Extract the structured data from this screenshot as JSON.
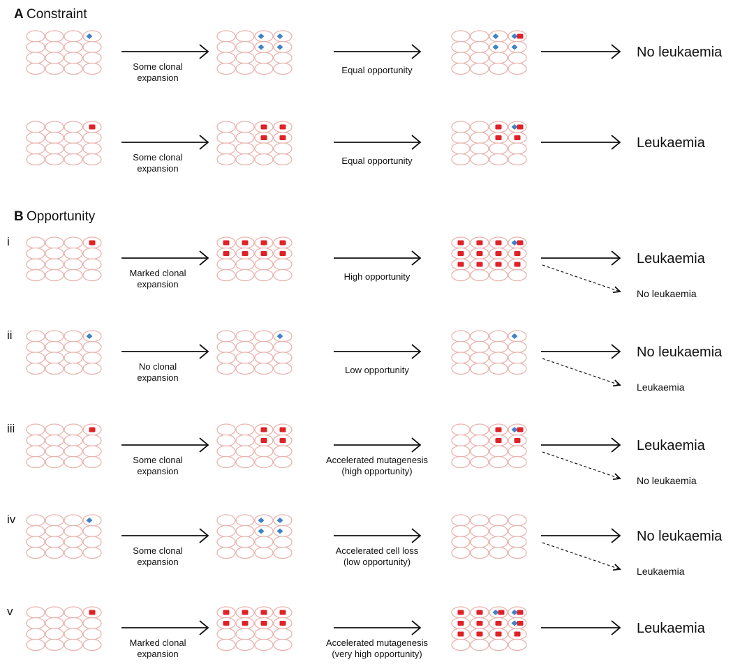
{
  "colors": {
    "cell_outline": "#e8b4ae",
    "red_mutant": "#e02126",
    "blue_mutant": "#3f82c7"
  },
  "sections": [
    {
      "letter": "A",
      "title": "Constraint",
      "rows": [
        {
          "numeral": "",
          "stages": [
            {
              "blue": [
                [
                  3,
                  0
                ]
              ],
              "red": []
            },
            {
              "blue": [
                [
                  2,
                  0
                ],
                [
                  3,
                  0
                ],
                [
                  2,
                  1
                ],
                [
                  3,
                  1
                ]
              ],
              "red": []
            },
            {
              "blue": [
                [
                  2,
                  0
                ],
                [
                  3,
                  0
                ],
                [
                  2,
                  1
                ],
                [
                  3,
                  1
                ]
              ],
              "red": [
                [
                  3,
                  0
                ]
              ]
            }
          ],
          "label1": [
            "Some clonal",
            "expansion"
          ],
          "label2": [
            "Equal opportunity"
          ],
          "outcome_main": "No leukaemia",
          "outcome_alt": ""
        },
        {
          "numeral": "",
          "stages": [
            {
              "blue": [],
              "red": [
                [
                  3,
                  0
                ]
              ]
            },
            {
              "blue": [],
              "red": [
                [
                  2,
                  0
                ],
                [
                  3,
                  0
                ],
                [
                  2,
                  1
                ],
                [
                  3,
                  1
                ]
              ]
            },
            {
              "blue": [
                [
                  3,
                  0
                ]
              ],
              "red": [
                [
                  2,
                  0
                ],
                [
                  3,
                  0
                ],
                [
                  2,
                  1
                ],
                [
                  3,
                  1
                ]
              ]
            }
          ],
          "label1": [
            "Some clonal",
            "expansion"
          ],
          "label2": [
            "Equal opportunity"
          ],
          "outcome_main": "Leukaemia",
          "outcome_alt": ""
        }
      ]
    },
    {
      "letter": "B",
      "title": "Opportunity",
      "rows": [
        {
          "numeral": "i",
          "stages": [
            {
              "blue": [],
              "red": [
                [
                  3,
                  0
                ]
              ]
            },
            {
              "blue": [],
              "red": [
                [
                  0,
                  0
                ],
                [
                  1,
                  0
                ],
                [
                  2,
                  0
                ],
                [
                  3,
                  0
                ],
                [
                  0,
                  1
                ],
                [
                  1,
                  1
                ],
                [
                  2,
                  1
                ],
                [
                  3,
                  1
                ]
              ]
            },
            {
              "blue": [
                [
                  3,
                  0
                ]
              ],
              "red": [
                [
                  0,
                  0
                ],
                [
                  1,
                  0
                ],
                [
                  2,
                  0
                ],
                [
                  3,
                  0
                ],
                [
                  0,
                  1
                ],
                [
                  1,
                  1
                ],
                [
                  2,
                  1
                ],
                [
                  3,
                  1
                ],
                [
                  0,
                  2
                ],
                [
                  1,
                  2
                ],
                [
                  2,
                  2
                ],
                [
                  3,
                  2
                ]
              ]
            }
          ],
          "label1": [
            "Marked clonal",
            "expansion"
          ],
          "label2": [
            "High opportunity"
          ],
          "outcome_main": "Leukaemia",
          "outcome_alt": "No leukaemia"
        },
        {
          "numeral": "ii",
          "stages": [
            {
              "blue": [
                [
                  3,
                  0
                ]
              ],
              "red": []
            },
            {
              "blue": [
                [
                  3,
                  0
                ]
              ],
              "red": []
            },
            {
              "blue": [
                [
                  3,
                  0
                ]
              ],
              "red": []
            }
          ],
          "label1": [
            "No clonal",
            "expansion"
          ],
          "label2": [
            "Low opportunity"
          ],
          "outcome_main": "No leukaemia",
          "outcome_alt": "Leukaemia"
        },
        {
          "numeral": "iii",
          "stages": [
            {
              "blue": [],
              "red": [
                [
                  3,
                  0
                ]
              ]
            },
            {
              "blue": [],
              "red": [
                [
                  2,
                  0
                ],
                [
                  3,
                  0
                ],
                [
                  2,
                  1
                ],
                [
                  3,
                  1
                ]
              ]
            },
            {
              "blue": [
                [
                  3,
                  0
                ]
              ],
              "red": [
                [
                  2,
                  0
                ],
                [
                  3,
                  0
                ],
                [
                  2,
                  1
                ],
                [
                  3,
                  1
                ]
              ]
            }
          ],
          "label1": [
            "Some clonal",
            "expansion"
          ],
          "label2": [
            "Accelerated mutagenesis",
            "(high opportunity)"
          ],
          "outcome_main": "Leukaemia",
          "outcome_alt": "No leukaemia"
        },
        {
          "numeral": "iv",
          "stages": [
            {
              "blue": [
                [
                  3,
                  0
                ]
              ],
              "red": []
            },
            {
              "blue": [
                [
                  2,
                  0
                ],
                [
                  3,
                  0
                ],
                [
                  2,
                  1
                ],
                [
                  3,
                  1
                ]
              ],
              "red": []
            },
            {
              "blue": [],
              "red": []
            }
          ],
          "label1": [
            "Some clonal",
            "expansion"
          ],
          "label2": [
            "Accelerated cell loss",
            "(low opportunity)"
          ],
          "outcome_main": "No leukaemia",
          "outcome_alt": "Leukaemia"
        },
        {
          "numeral": "v",
          "stages": [
            {
              "blue": [],
              "red": [
                [
                  3,
                  0
                ]
              ]
            },
            {
              "blue": [],
              "red": [
                [
                  0,
                  0
                ],
                [
                  1,
                  0
                ],
                [
                  2,
                  0
                ],
                [
                  3,
                  0
                ],
                [
                  0,
                  1
                ],
                [
                  1,
                  1
                ],
                [
                  2,
                  1
                ],
                [
                  3,
                  1
                ]
              ]
            },
            {
              "blue": [
                [
                  2,
                  0
                ],
                [
                  3,
                  0
                ],
                [
                  3,
                  1
                ]
              ],
              "red": [
                [
                  0,
                  0
                ],
                [
                  1,
                  0
                ],
                [
                  2,
                  0
                ],
                [
                  3,
                  0
                ],
                [
                  0,
                  1
                ],
                [
                  1,
                  1
                ],
                [
                  2,
                  1
                ],
                [
                  3,
                  1
                ],
                [
                  0,
                  2
                ],
                [
                  1,
                  2
                ],
                [
                  2,
                  2
                ],
                [
                  3,
                  2
                ]
              ]
            }
          ],
          "label1": [
            "Marked clonal",
            "expansion"
          ],
          "label2": [
            "Accelerated mutagenesis",
            "(very high opportunity)"
          ],
          "outcome_main": "Leukaemia",
          "outcome_alt": ""
        }
      ]
    }
  ]
}
